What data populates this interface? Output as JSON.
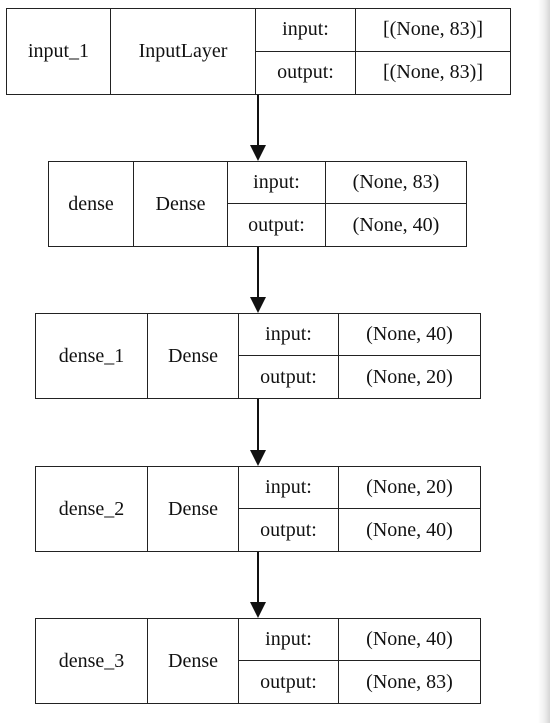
{
  "diagram": {
    "layers": [
      {
        "name": "input_1",
        "type": "InputLayer",
        "input_label": "input:",
        "input_shape": "[(None, 83)]",
        "output_label": "output:",
        "output_shape": "[(None, 83)]"
      },
      {
        "name": "dense",
        "type": "Dense",
        "input_label": "input:",
        "input_shape": "(None, 83)",
        "output_label": "output:",
        "output_shape": "(None, 40)"
      },
      {
        "name": "dense_1",
        "type": "Dense",
        "input_label": "input:",
        "input_shape": "(None, 40)",
        "output_label": "output:",
        "output_shape": "(None, 20)"
      },
      {
        "name": "dense_2",
        "type": "Dense",
        "input_label": "input:",
        "input_shape": "(None, 20)",
        "output_label": "output:",
        "output_shape": "(None, 40)"
      },
      {
        "name": "dense_3",
        "type": "Dense",
        "input_label": "input:",
        "input_shape": "(None, 40)",
        "output_label": "output:",
        "output_shape": "(None, 83)"
      }
    ],
    "edges": [
      {
        "from": "input_1",
        "to": "dense"
      },
      {
        "from": "dense",
        "to": "dense_1"
      },
      {
        "from": "dense_1",
        "to": "dense_2"
      },
      {
        "from": "dense_2",
        "to": "dense_3"
      }
    ]
  }
}
